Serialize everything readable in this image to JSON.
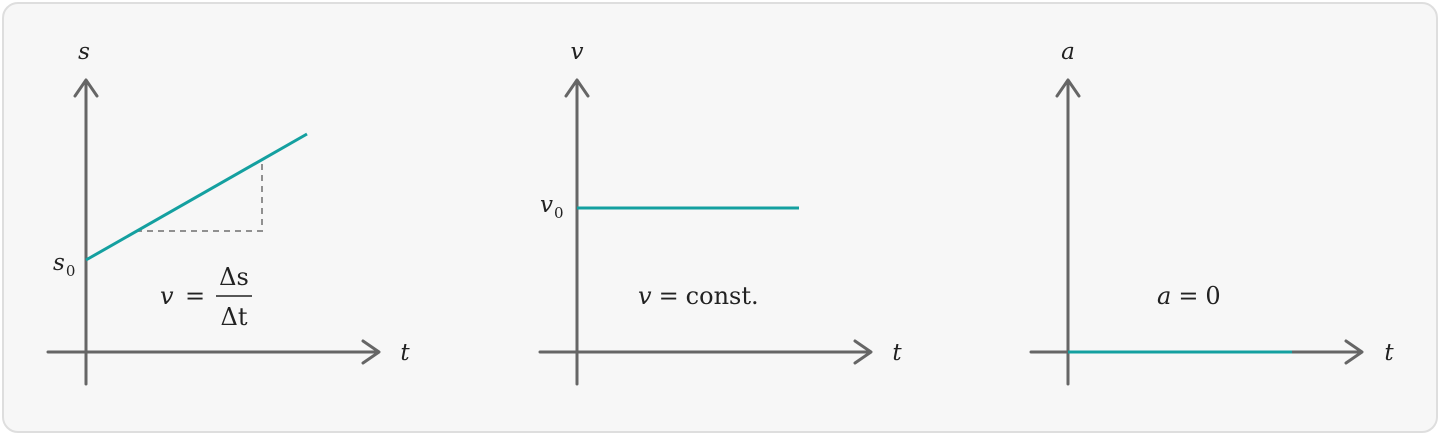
{
  "colors": {
    "line": "#14a0a0",
    "axis": "#666666",
    "guide": "#909090",
    "text": "#222222",
    "background": "#f7f7f7"
  },
  "panels": [
    {
      "id": "displacement",
      "y_label": "s",
      "x_label": "t",
      "intercept_label": {
        "base": "s",
        "sub": "0"
      },
      "equation": {
        "lhs": "v",
        "eq": "=",
        "num": "Δs",
        "den": "Δt"
      }
    },
    {
      "id": "velocity",
      "y_label": "v",
      "x_label": "t",
      "intercept_label": {
        "base": "v",
        "sub": "0"
      },
      "equation": {
        "lhs": "v",
        "eq": "=",
        "rhs": "const."
      }
    },
    {
      "id": "acceleration",
      "y_label": "a",
      "x_label": "t",
      "equation": {
        "lhs": "a",
        "eq": "=",
        "rhs": "0"
      }
    }
  ]
}
